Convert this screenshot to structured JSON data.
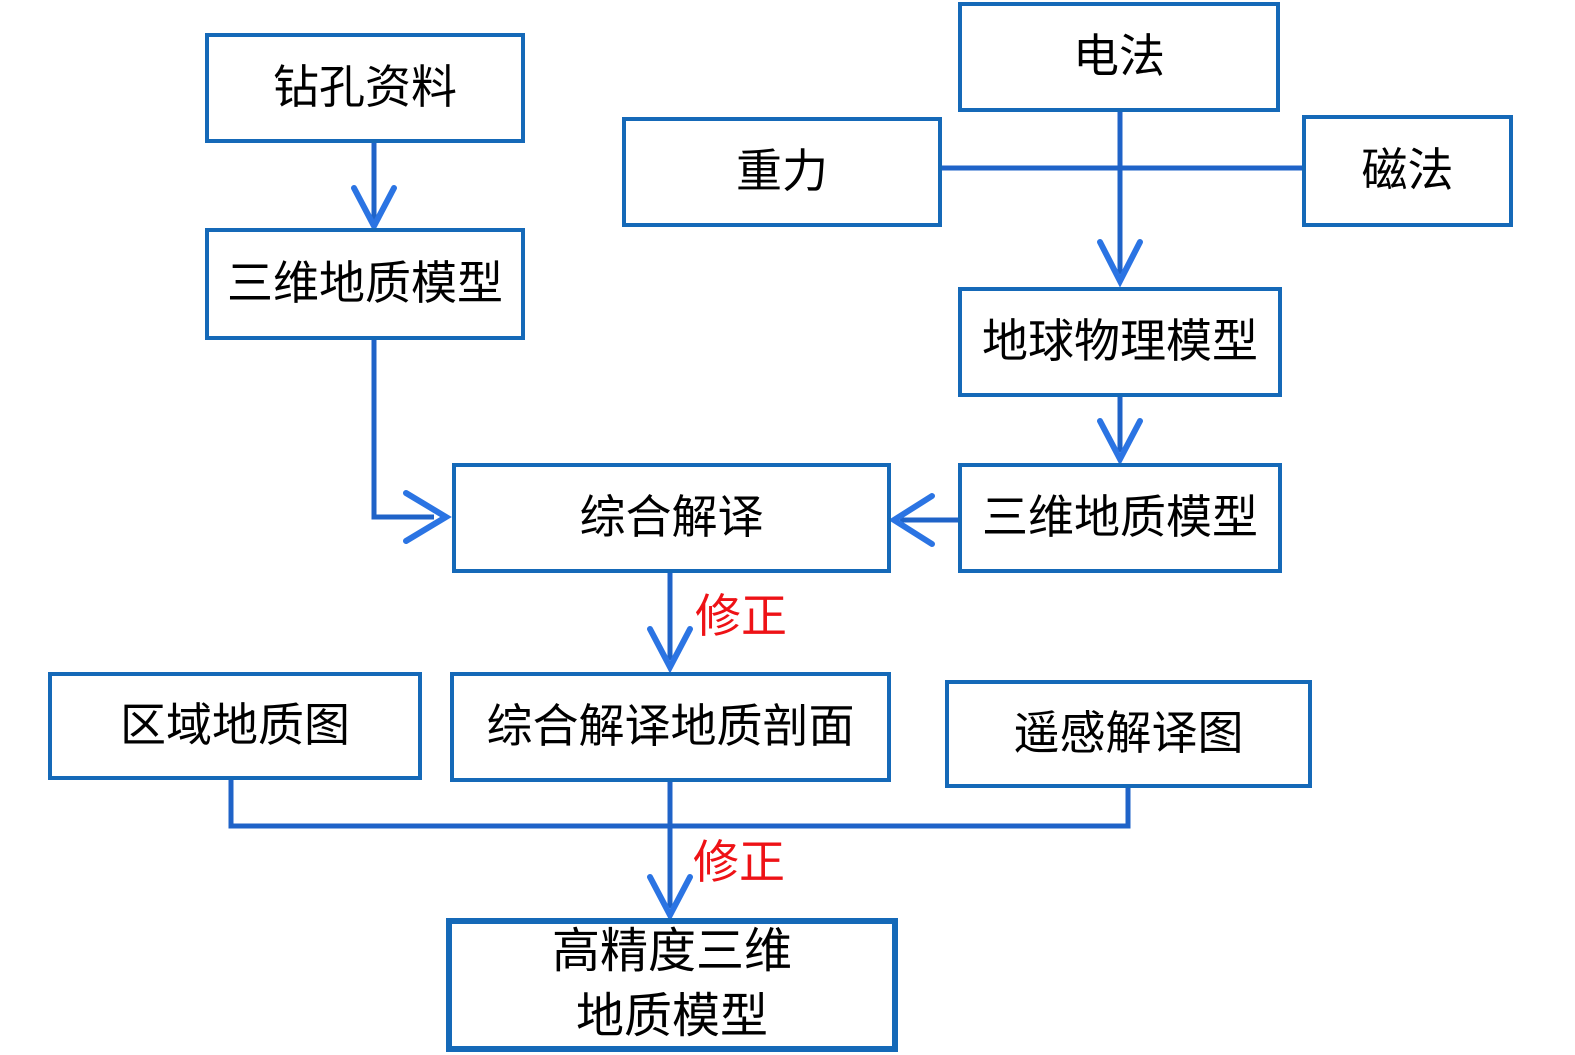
{
  "diagram": {
    "nodes": {
      "drill_data": {
        "label": "钻孔资料"
      },
      "geo_model_left": {
        "label": "三维地质模型"
      },
      "electrical": {
        "label": "电法"
      },
      "gravity": {
        "label": "重力"
      },
      "magnetic": {
        "label": "磁法"
      },
      "geophysical_model": {
        "label": "地球物理模型"
      },
      "integrated_interpretation": {
        "label": "综合解译"
      },
      "geo_model_right": {
        "label": "三维地质模型"
      },
      "regional_geo_map": {
        "label": "区域地质图"
      },
      "interpreted_section": {
        "label": "综合解译地质剖面"
      },
      "remote_sensing_map": {
        "label": "遥感解译图"
      },
      "high_precision_model": {
        "label_line1": "高精度三维",
        "label_line2": "地质模型"
      }
    },
    "edge_labels": {
      "revise1": "修正",
      "revise2": "修正"
    },
    "edges": [
      {
        "from": "drill_data",
        "to": "geo_model_left"
      },
      {
        "from": "geo_model_left",
        "to": "integrated_interpretation"
      },
      {
        "from": "electrical",
        "to": "geophysical_model"
      },
      {
        "from": "gravity",
        "to": "magnetic"
      },
      {
        "from": "geophysical_model",
        "to": "geo_model_right"
      },
      {
        "from": "geo_model_right",
        "to": "integrated_interpretation"
      },
      {
        "from": "integrated_interpretation",
        "to": "interpreted_section",
        "label": "修正"
      },
      {
        "from": "regional_geo_map",
        "to": "high_precision_model"
      },
      {
        "from": "remote_sensing_map",
        "to": "high_precision_model"
      },
      {
        "from": "interpreted_section",
        "to": "high_precision_model",
        "label": "修正"
      }
    ],
    "colors": {
      "box_border": "#1569b8",
      "connector_line": "#1f63c8",
      "arrowhead": "#2b74e3",
      "edge_label_red": "#ee1216",
      "text": "#000000",
      "background": "#ffffff"
    }
  }
}
